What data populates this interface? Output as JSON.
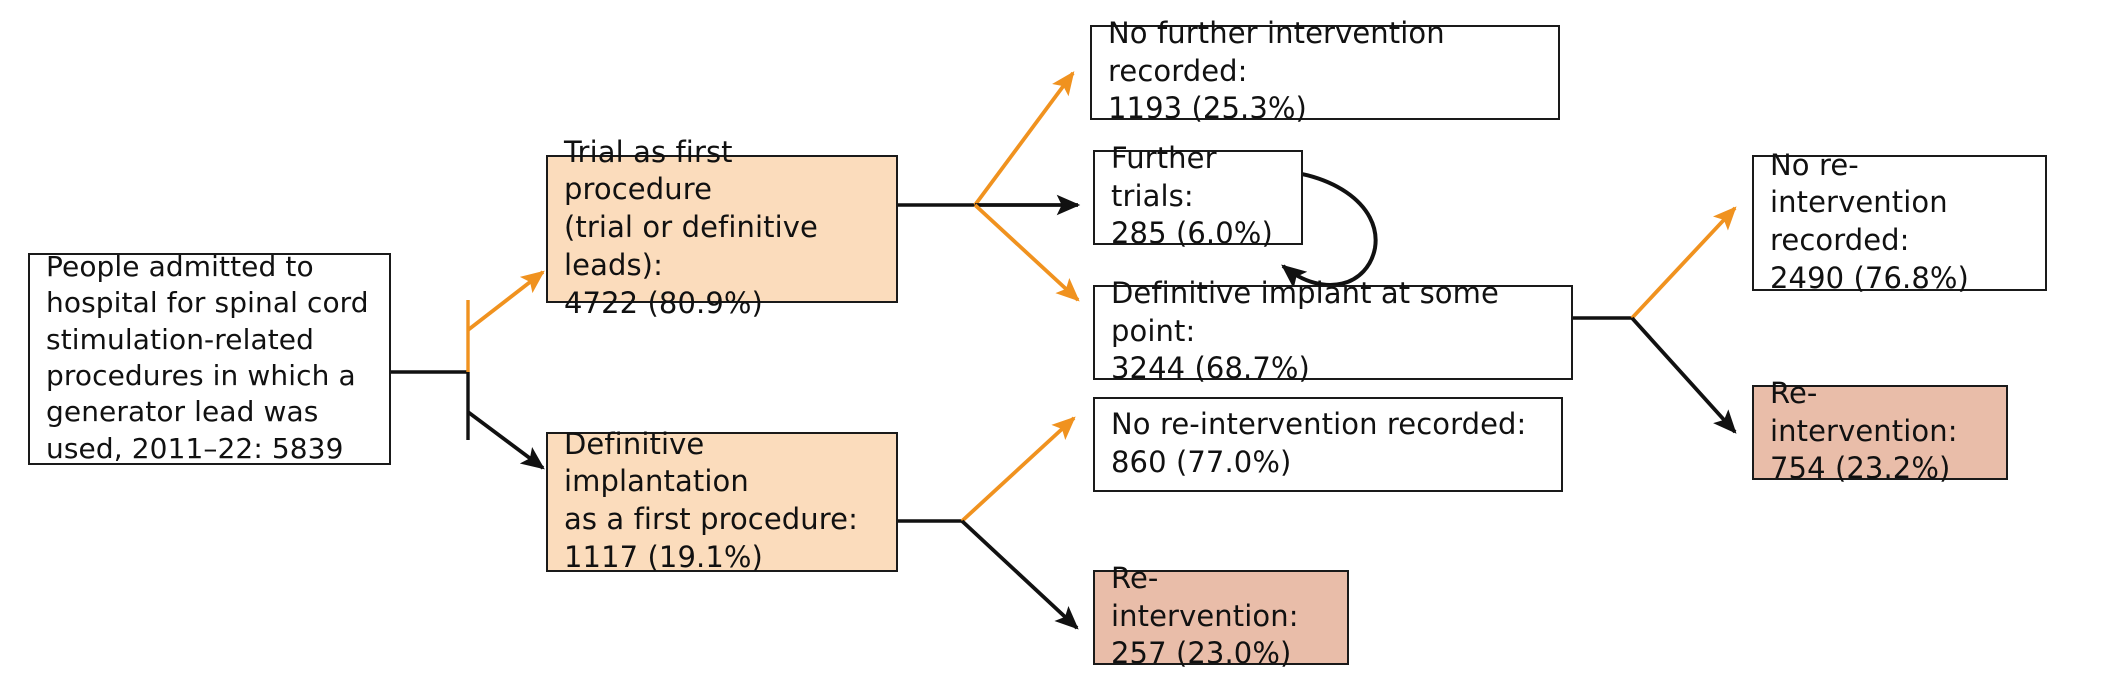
{
  "diagram": {
    "title": "Spinal cord stimulation procedure pathway flow diagram",
    "type": "flowchart",
    "colors": {
      "peach_fill": "#fbdcbc",
      "salmon_fill": "#e9bda9",
      "white_fill": "#ffffff",
      "border": "#1a1a1a",
      "orange_arrow": "#f0921f",
      "black_arrow": "#111111"
    },
    "nodes": {
      "cohort": {
        "label": "People admitted to\nhospital  for spinal cord\nstimulation-related\nprocedures in which a\ngenerator lead was\nused, 2011–22: 5839",
        "count": 5839,
        "fill": "white"
      },
      "trial_first": {
        "label": "Trial as first procedure\n(trial or definitive leads):\n4722 (80.9%)",
        "count": 4722,
        "percent": "80.9%",
        "fill": "peach"
      },
      "definitive_first": {
        "label": "Definitive implantation\nas a first procedure:\n1117 (19.1%)",
        "count": 1117,
        "percent": "19.1%",
        "fill": "peach"
      },
      "no_further_intervention": {
        "label": "No further intervention recorded:\n1193 (25.3%)",
        "count": 1193,
        "percent": "25.3%",
        "fill": "white"
      },
      "further_trials": {
        "label": "Further trials:\n285 (6.0%)",
        "count": 285,
        "percent": "6.0%",
        "fill": "white"
      },
      "definitive_implant": {
        "label": "Definitive implant at some point:\n3244 (68.7%)",
        "count": 3244,
        "percent": "68.7%",
        "fill": "white"
      },
      "no_reintervention_mid": {
        "label": "No re-intervention recorded:\n860 (77.0%)",
        "count": 860,
        "percent": "77.0%",
        "fill": "white"
      },
      "reintervention_mid": {
        "label": "Re-intervention:\n257 (23.0%)",
        "count": 257,
        "percent": "23.0%",
        "fill": "salmon"
      },
      "no_reintervention_right": {
        "label": "No re-intervention\nrecorded:\n2490 (76.8%)",
        "count": 2490,
        "percent": "76.8%",
        "fill": "white"
      },
      "reintervention_right": {
        "label": "Re-intervention:\n754 (23.2%)",
        "count": 754,
        "percent": "23.2%",
        "fill": "salmon"
      }
    },
    "edges": [
      {
        "from": "cohort",
        "to": "trial_first",
        "color": "orange"
      },
      {
        "from": "cohort",
        "to": "definitive_first",
        "color": "black"
      },
      {
        "from": "trial_first",
        "to": "no_further_intervention",
        "color": "orange"
      },
      {
        "from": "trial_first",
        "to": "further_trials",
        "color": "black"
      },
      {
        "from": "trial_first",
        "to": "definitive_implant",
        "color": "orange"
      },
      {
        "from": "further_trials",
        "to": "further_trials",
        "color": "black",
        "self_loop": true
      },
      {
        "from": "definitive_implant",
        "to": "no_reintervention_right",
        "color": "orange"
      },
      {
        "from": "definitive_implant",
        "to": "reintervention_right",
        "color": "black"
      },
      {
        "from": "definitive_first",
        "to": "no_reintervention_mid",
        "color": "orange"
      },
      {
        "from": "definitive_first",
        "to": "reintervention_mid",
        "color": "black"
      }
    ]
  }
}
